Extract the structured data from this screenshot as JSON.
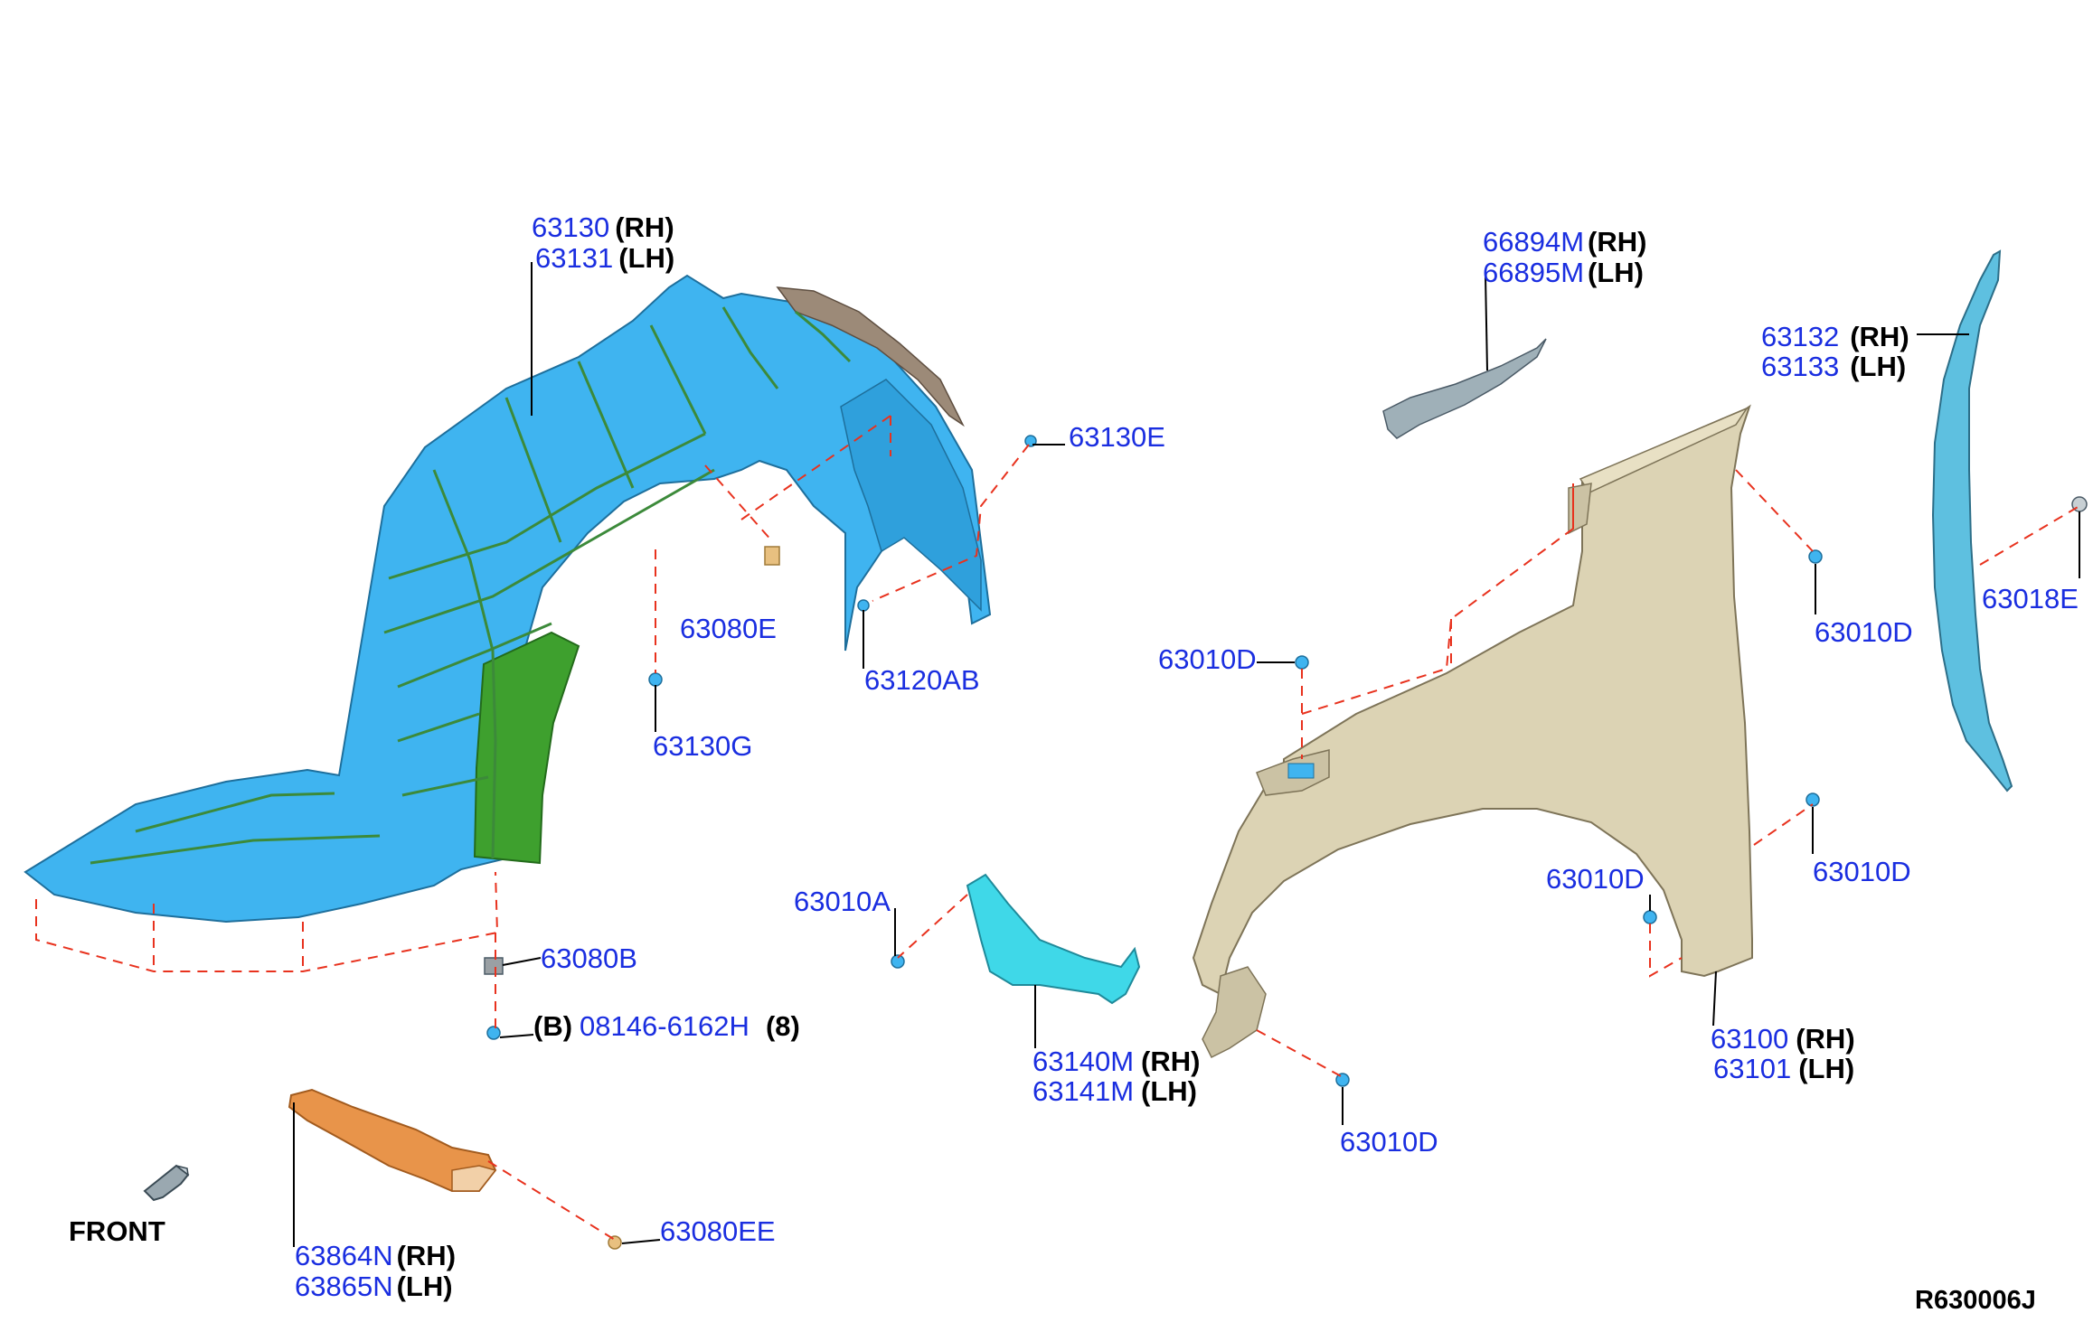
{
  "colors": {
    "part_number": "#1a2ee0",
    "suffix": "#000000",
    "dash_line": "#e8321e",
    "fender_protector": "#3fb4f0",
    "insulator": "#3ea02e",
    "fender": "#dcd3b4",
    "bracket": "#3fd8e8",
    "seal": "#e8944a"
  },
  "callouts": [
    {
      "id": "63130",
      "number": "63130",
      "suffix": "(RH)"
    },
    {
      "id": "63131",
      "number": "63131",
      "suffix": "(LH)"
    },
    {
      "id": "63130E",
      "number": "63130E",
      "suffix": ""
    },
    {
      "id": "63080E",
      "number": "63080E",
      "suffix": ""
    },
    {
      "id": "63120AB",
      "number": "63120AB",
      "suffix": ""
    },
    {
      "id": "63130G",
      "number": "63130G",
      "suffix": ""
    },
    {
      "id": "63080B",
      "number": "63080B",
      "suffix": ""
    },
    {
      "id": "08146",
      "number": "08146-6162H",
      "prefix": "(B)",
      "qty": "(8)"
    },
    {
      "id": "63864N",
      "number": "63864N",
      "suffix": "(RH)"
    },
    {
      "id": "63865N",
      "number": "63865N",
      "suffix": "(LH)"
    },
    {
      "id": "63080EE",
      "number": "63080EE",
      "suffix": ""
    },
    {
      "id": "63010A",
      "number": "63010A",
      "suffix": ""
    },
    {
      "id": "63140M",
      "number": "63140M",
      "suffix": "(RH)"
    },
    {
      "id": "63141M",
      "number": "63141M",
      "suffix": "(LH)"
    },
    {
      "id": "66894M",
      "number": "66894M",
      "suffix": "(RH)"
    },
    {
      "id": "66895M",
      "number": "66895M",
      "suffix": "(LH)"
    },
    {
      "id": "63132",
      "number": "63132",
      "suffix": "(RH)"
    },
    {
      "id": "63133",
      "number": "63133",
      "suffix": "(LH)"
    },
    {
      "id": "63018E",
      "number": "63018E",
      "suffix": ""
    },
    {
      "id": "63010D_a",
      "number": "63010D",
      "suffix": ""
    },
    {
      "id": "63010D_b",
      "number": "63010D",
      "suffix": ""
    },
    {
      "id": "63010D_c",
      "number": "63010D",
      "suffix": ""
    },
    {
      "id": "63010D_d",
      "number": "63010D",
      "suffix": ""
    },
    {
      "id": "63010D_e",
      "number": "63010D",
      "suffix": ""
    },
    {
      "id": "63100",
      "number": "63100",
      "suffix": "(RH)"
    },
    {
      "id": "63101",
      "number": "63101",
      "suffix": "(LH)"
    }
  ],
  "front_label": "FRONT",
  "diagram_code": "R630006J",
  "icons": {
    "front_arrow": "front-arrow-icon"
  }
}
